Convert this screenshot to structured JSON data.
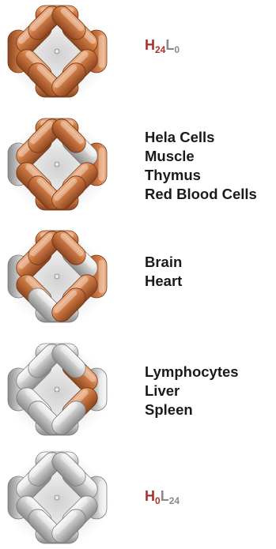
{
  "colors": {
    "copper": "#c9713d",
    "silver": "#c7c7c7",
    "heavy_text": "#a8322b",
    "light_text": "#8a8a8a"
  },
  "rows": [
    {
      "composition": "H24L0",
      "formula": {
        "h": "H",
        "h_sub": "24",
        "l": "L",
        "l_sub": "0"
      }
    },
    {
      "composition": "H20L4",
      "tissues": [
        "Hela Cells",
        "Muscle",
        "Thymus",
        "Red Blood Cells"
      ]
    },
    {
      "composition": "H16L8",
      "tissues": [
        "Brain",
        "Heart"
      ]
    },
    {
      "composition": "H4L20",
      "tissues": [
        "Lymphocytes",
        "Liver",
        "Spleen"
      ]
    },
    {
      "composition": "H0L24",
      "formula": {
        "h": "H",
        "h_sub": "0",
        "l": "L",
        "l_sub": "24"
      }
    }
  ]
}
